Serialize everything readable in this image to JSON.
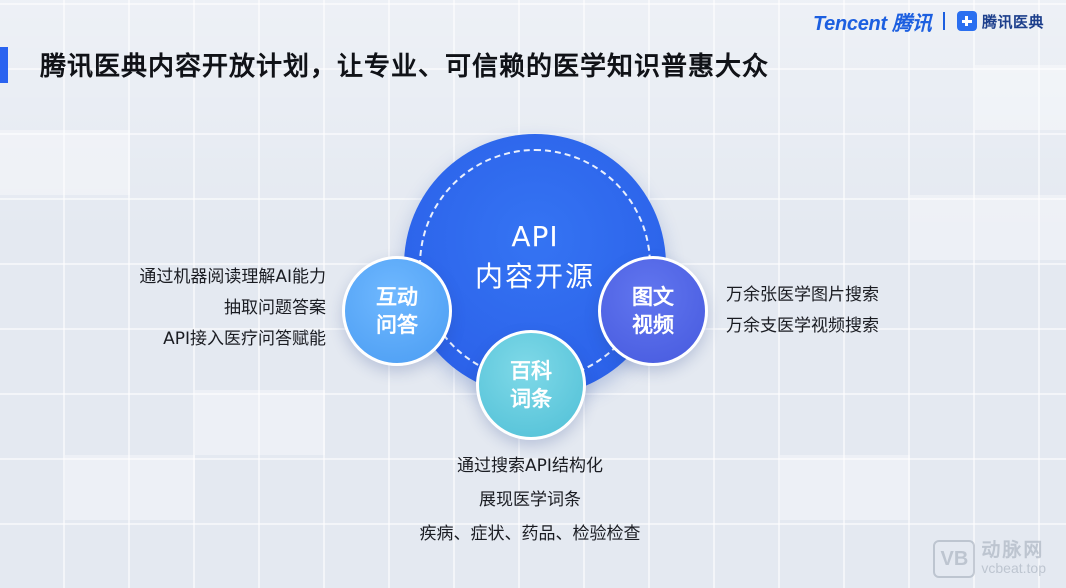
{
  "header": {
    "tencent_logo": "Tencent 腾讯",
    "product_logo": "腾讯医典"
  },
  "title": "腾讯医典内容开放计划，让专业、可信赖的医学知识普惠大众",
  "diagram": {
    "center": {
      "line1": "API",
      "line2": "内容开源"
    },
    "nodes": {
      "qa": {
        "line1": "互动",
        "line2": "问答"
      },
      "media": {
        "line1": "图文",
        "line2": "视频"
      },
      "wiki": {
        "line1": "百科",
        "line2": "词条"
      }
    },
    "qa_desc": [
      "通过机器阅读理解AI能力",
      "抽取问题答案",
      "API接入医疗问答赋能"
    ],
    "media_desc": [
      "万余张医学图片搜索",
      "万余支医学视频搜索"
    ],
    "wiki_desc": [
      "通过搜索API结构化",
      "展现医学词条",
      "疾病、症状、药品、检验检查"
    ]
  },
  "watermark": {
    "cn": "动脉网",
    "en": "vcbeat.top",
    "icon": "VB"
  },
  "colors": {
    "accent": "#2a63f0",
    "center_circle": "#2c63ea",
    "qa_circle": "#4a9cf2",
    "media_circle": "#4659de",
    "wiki_circle": "#4fbfd6"
  }
}
